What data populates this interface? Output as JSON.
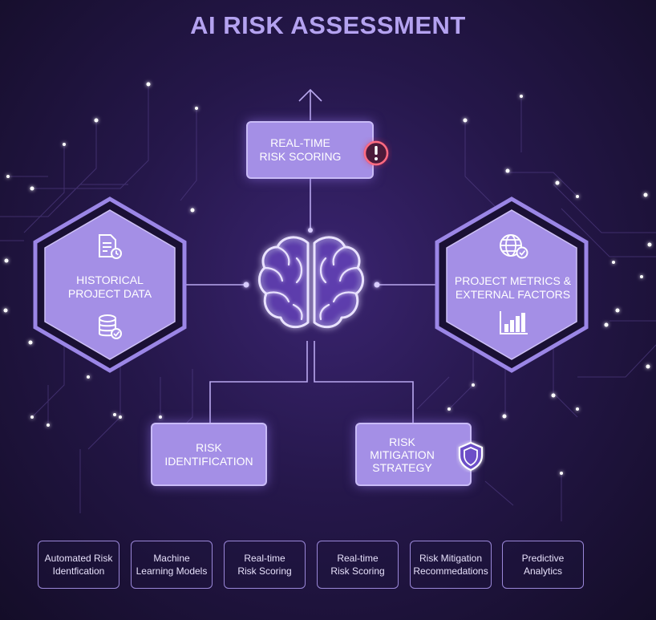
{
  "title": "AI RISK ASSESSMENT",
  "center": {
    "icon": "brain-icon"
  },
  "nodes": {
    "realtime": {
      "label": "REAL-TIME\nRISK SCORING",
      "icon": "alert-icon"
    },
    "historical": {
      "label": "HISTORICAL\nPROJECT DATA",
      "icons": [
        "document-icon",
        "database-icon"
      ]
    },
    "metrics": {
      "label": "PROJECT METRICS &\nEXTERNAL FACTORS",
      "icons": [
        "globe-icon",
        "bar-chart-icon"
      ]
    },
    "identification": {
      "label": "RISK\nIDENTIFICATION"
    },
    "mitigation": {
      "label": "RISK\nMITIGATION\nSTRATEGY",
      "icon": "shield-icon"
    }
  },
  "features": [
    "Automated Risk\nIdentfication",
    "Machine\nLearning Models",
    "Real-time\nRisk Scoring",
    "Real-time\nRisk Scoring",
    "Risk Mitigation\nRecommedations",
    "Predictive\nAnalytics"
  ],
  "colors": {
    "accent": "#a48fe6",
    "alert": "#e0304a",
    "background": "#1c1238"
  }
}
